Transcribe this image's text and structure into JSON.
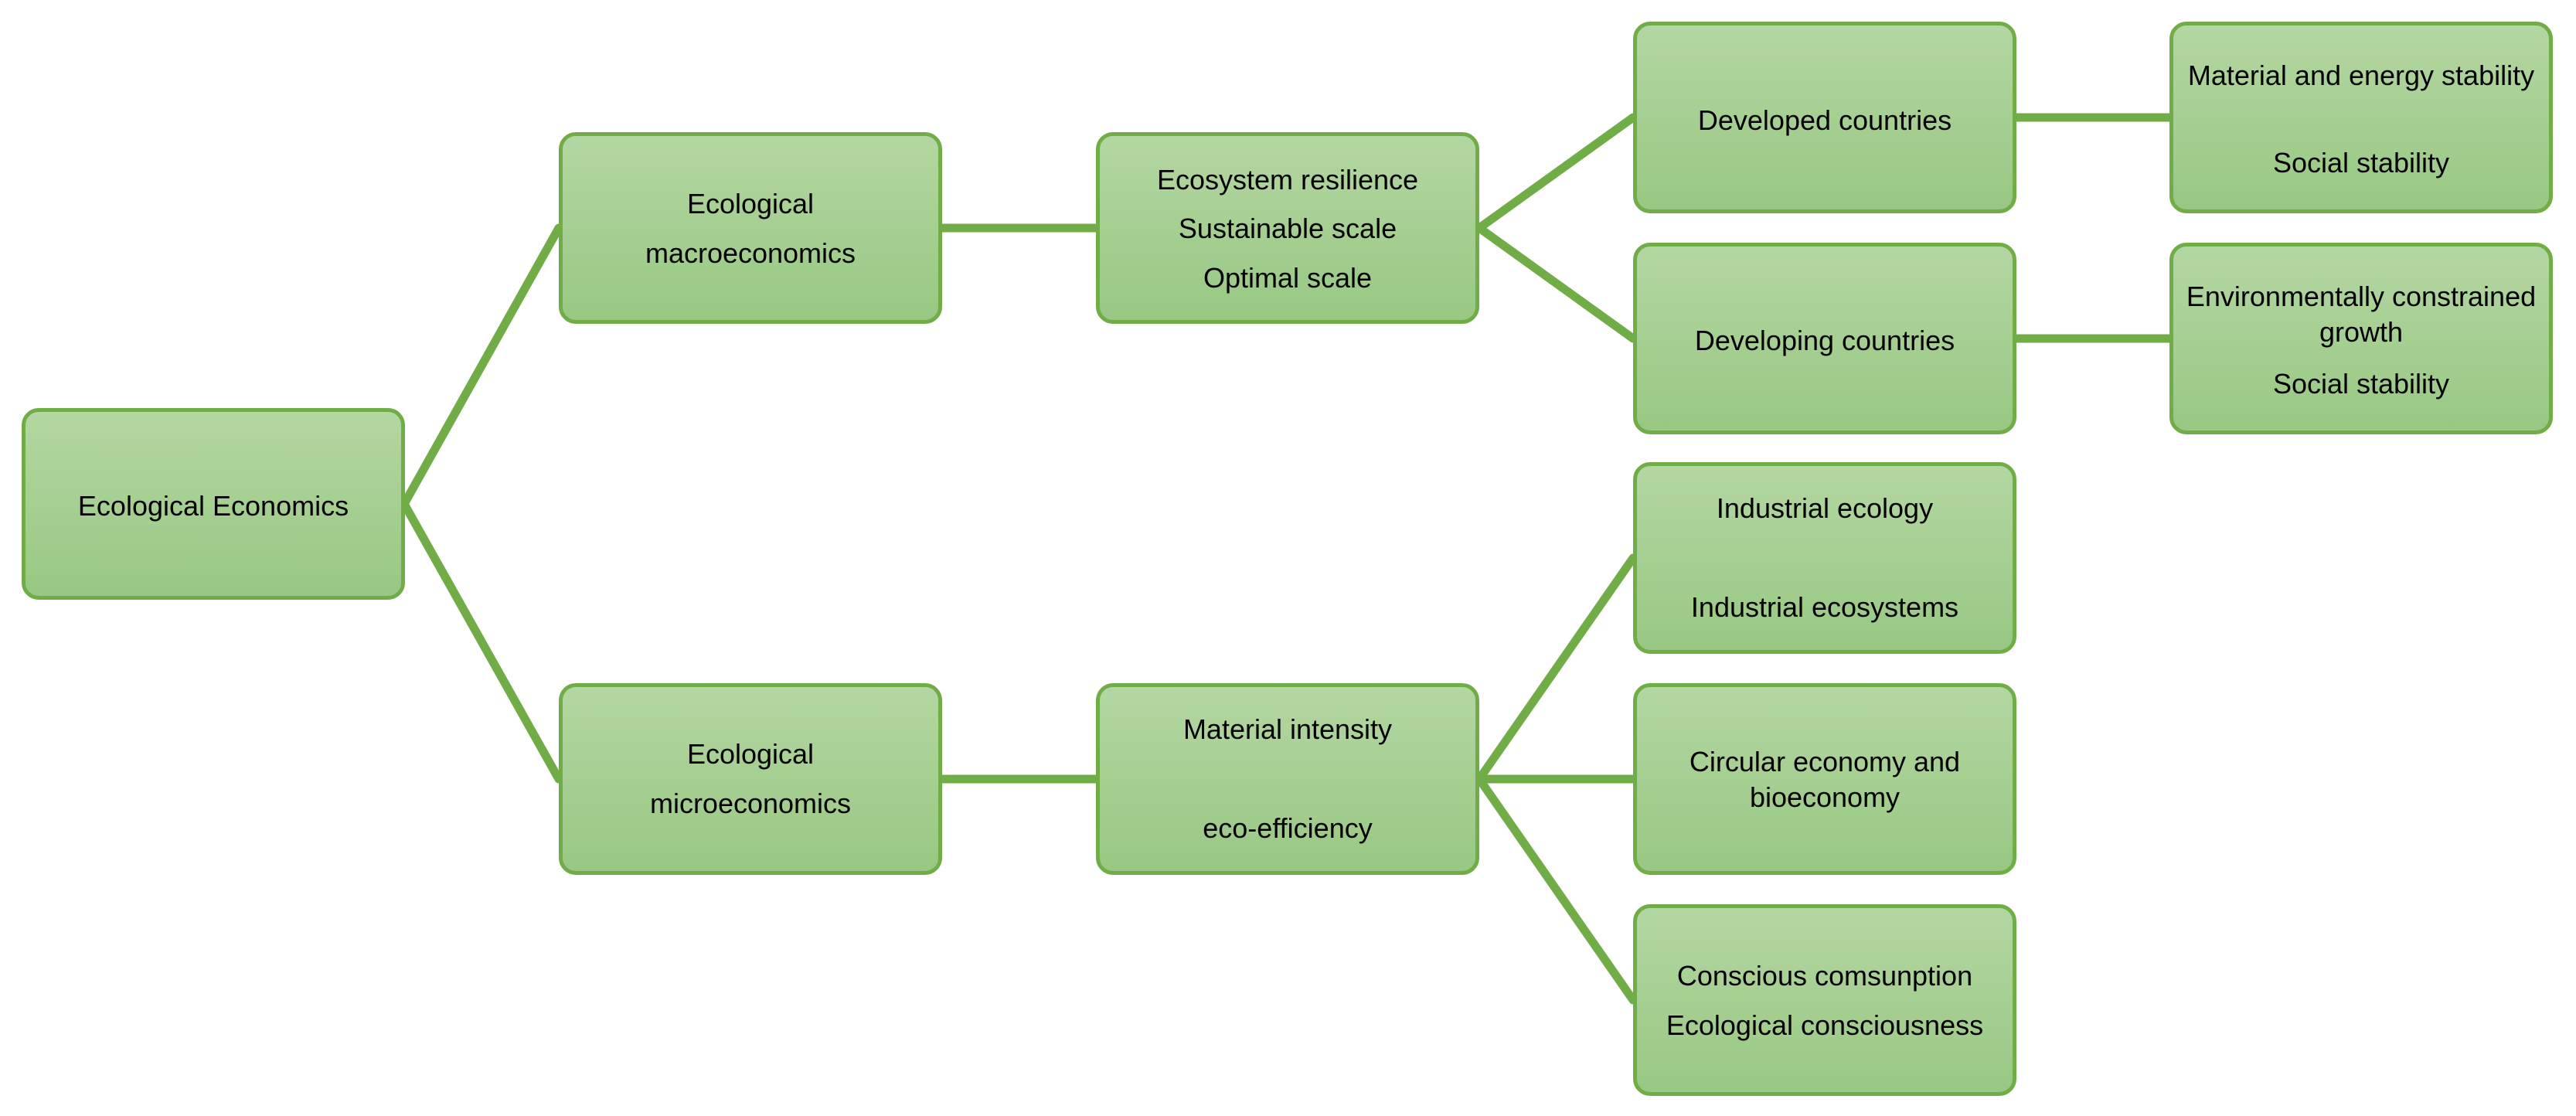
{
  "nodes": {
    "root": {
      "label": "Ecological Economics"
    },
    "macro": {
      "line1": "Ecological",
      "line2": "macroeconomics"
    },
    "micro": {
      "line1": "Ecological",
      "line2": "microeconomics"
    },
    "macro_scale": {
      "line1": "Ecosystem resilience",
      "line2": "Sustainable scale",
      "line3": "Optimal scale"
    },
    "micro_intensity": {
      "line1": "Material intensity",
      "line2": "eco-efficiency"
    },
    "developed": {
      "label": "Developed countries"
    },
    "developing": {
      "label": "Developing countries"
    },
    "developed_outcome": {
      "line1": "Material and energy stability",
      "line2": "Social stability"
    },
    "developing_outcome": {
      "line1": "Environmentally constrained growth",
      "line2": "Social stability"
    },
    "industrial": {
      "line1": "Industrial ecology",
      "line2": "Industrial ecosystems"
    },
    "circular": {
      "label": "Circular economy and bioeconomy"
    },
    "conscious": {
      "line1": "Conscious comsunption",
      "line2": "Ecological consciousness"
    }
  },
  "colors": {
    "connector": "#70ad47",
    "node_border": "#70ad47",
    "node_fill_top": "#b3d7a2",
    "node_fill_bottom": "#98c883"
  }
}
